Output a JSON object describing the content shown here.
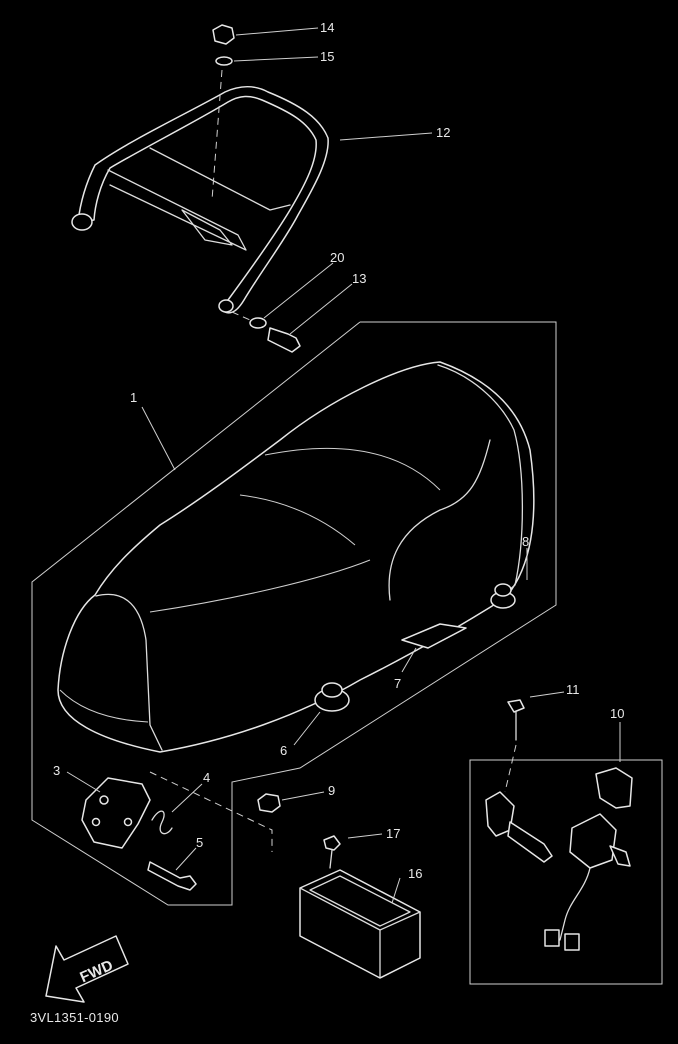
{
  "callouts": {
    "c1": "1",
    "c3": "3",
    "c4": "4",
    "c5": "5",
    "c6": "6",
    "c7": "7",
    "c8": "8",
    "c9": "9",
    "c10": "10",
    "c11": "11",
    "c12": "12",
    "c13": "13",
    "c14": "14",
    "c15": "15",
    "c16": "16",
    "c17": "17",
    "c20": "20"
  },
  "fwd_label": "FWD",
  "diagram_code": "3VL1351-0190",
  "icons": {
    "direction": "fwd-arrow-icon"
  }
}
